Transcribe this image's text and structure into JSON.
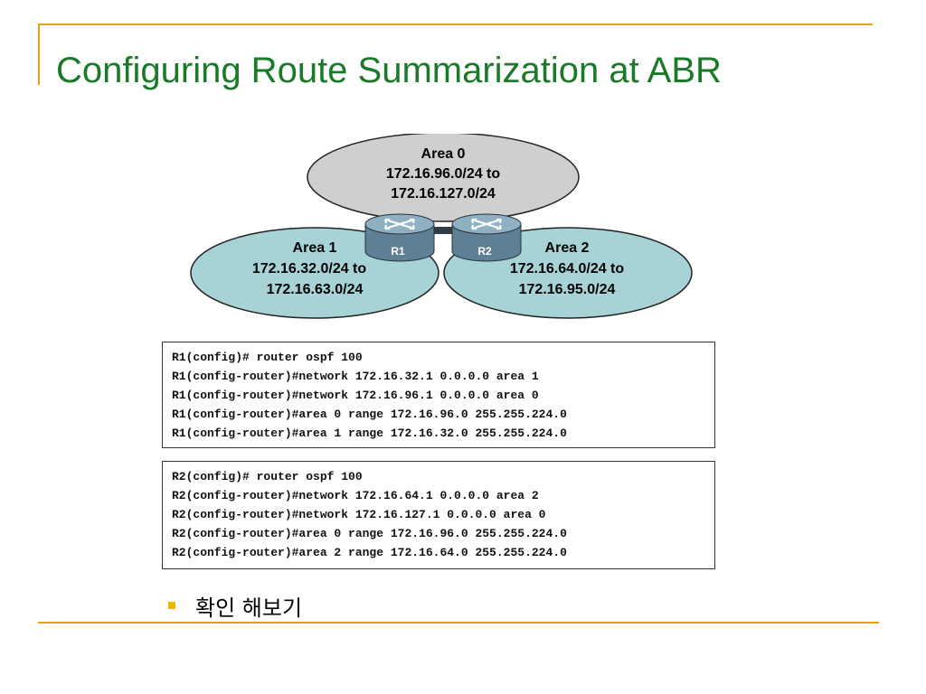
{
  "slide": {
    "title": "Configuring Route Summarization at ABR",
    "colors": {
      "title": "#1a7a2a",
      "rule": "#e0a020",
      "area0_fill": "#cfcfcf",
      "area_side_fill": "#a7d3d6",
      "router_body": "#5e7f94",
      "router_top": "#8fb0c3",
      "bullet": "#e8b800"
    }
  },
  "diagram": {
    "areas": [
      {
        "name": "Area 0",
        "range_from": "172.16.96.0/24 to",
        "range_to": "172.16.127.0/24"
      },
      {
        "name": "Area 1",
        "range_from": "172.16.32.0/24 to",
        "range_to": "172.16.63.0/24"
      },
      {
        "name": "Area 2",
        "range_from": "172.16.64.0/24 to",
        "range_to": "172.16.95.0/24"
      }
    ],
    "routers": [
      {
        "label": "R1",
        "icon": "router-icon"
      },
      {
        "label": "R2",
        "icon": "router-icon"
      }
    ]
  },
  "config": {
    "r1": [
      "R1(config)# router ospf 100",
      "R1(config-router)#network 172.16.32.1 0.0.0.0 area 1",
      "R1(config-router)#network 172.16.96.1 0.0.0.0 area 0",
      "R1(config-router)#area 0 range 172.16.96.0 255.255.224.0",
      "R1(config-router)#area 1 range 172.16.32.0 255.255.224.0"
    ],
    "r2": [
      "R2(config)# router ospf 100",
      "R2(config-router)#network 172.16.64.1 0.0.0.0 area 2",
      "R2(config-router)#network 172.16.127.1 0.0.0.0 area 0",
      "R2(config-router)#area 0 range 172.16.96.0 255.255.224.0",
      "R2(config-router)#area 2 range 172.16.64.0 255.255.224.0"
    ]
  },
  "bullets": [
    {
      "text": "확인 해보기"
    }
  ]
}
